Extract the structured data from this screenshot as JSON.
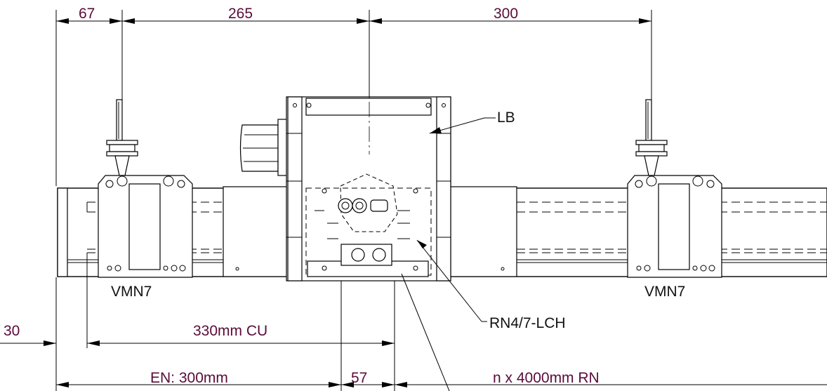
{
  "drawing": {
    "dimensions": {
      "d_67": "67",
      "d_265": "265",
      "d_300": "300",
      "d_30": "30",
      "d_330_cu": "330mm CU",
      "d_en": "EN: 300mm",
      "d_57": "57",
      "d_rn": "n x 4000mm RN"
    },
    "labels": {
      "lb": "LB",
      "vmn7_left": "VMN7",
      "vmn7_right": "VMN7",
      "rn_lch": "RN4/7-LCH"
    },
    "colors": {
      "dimension_text": "#5a0b3a",
      "line": "#000000"
    }
  }
}
